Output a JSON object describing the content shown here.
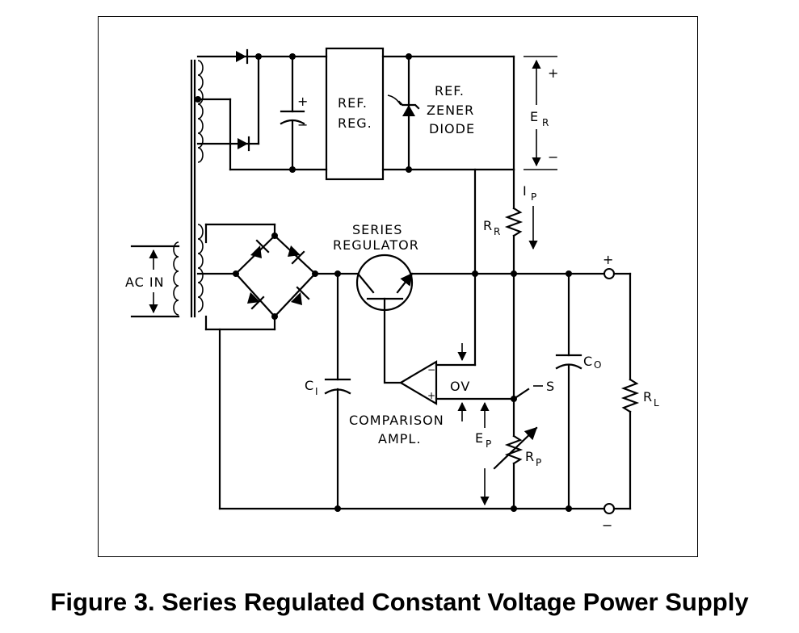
{
  "caption": "Figure 3. Series Regulated Constant Voltage Power Supply",
  "labels": {
    "ac_in": "AC IN",
    "ref_reg_1": "REF.",
    "ref_reg_2": "REG.",
    "ref_zener_1": "REF.",
    "ref_zener_2": "ZENER",
    "ref_zener_3": "DIODE",
    "series_reg_1": "SERIES",
    "series_reg_2": "REGULATOR",
    "comp_amp_1": "COMPARISON",
    "comp_amp_2": "AMPL.",
    "ov": "OV",
    "s": "S",
    "plus": "+",
    "minus": "−",
    "er_main": "E",
    "er_sub": "R",
    "ip_main": "I",
    "ip_sub": "P",
    "rr_main": "R",
    "rr_sub": "R",
    "ep_main": "E",
    "ep_sub": "P",
    "rp_main": "R",
    "rp_sub": "P",
    "ci_main": "C",
    "ci_sub": "I",
    "co_main": "C",
    "co_sub": "O",
    "rl_main": "R",
    "rl_sub": "L"
  }
}
